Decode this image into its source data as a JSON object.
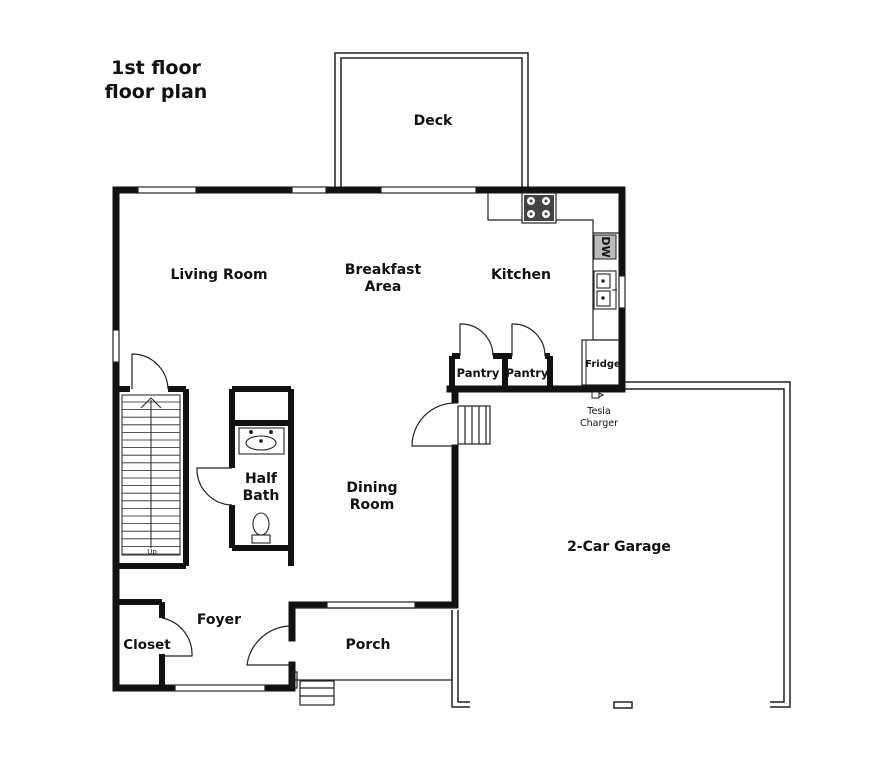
{
  "title": {
    "line1": "1st floor",
    "line2": "floor plan"
  },
  "rooms": {
    "deck": "Deck",
    "living_room": "Living Room",
    "breakfast_line1": "Breakfast",
    "breakfast_line2": "Area",
    "kitchen": "Kitchen",
    "dishwasher": "DW",
    "pantry_left": "Pantry",
    "pantry_right": "Pantry",
    "fridge": "Fridge",
    "half_bath_line1": "Half",
    "half_bath_line2": "Bath",
    "dining_line1": "Dining",
    "dining_line2": "Room",
    "garage": "2-Car Garage",
    "foyer": "Foyer",
    "closet": "Closet",
    "porch": "Porch",
    "tesla_line1": "Tesla",
    "tesla_line2": "Charger",
    "stairs_up": "Up"
  }
}
